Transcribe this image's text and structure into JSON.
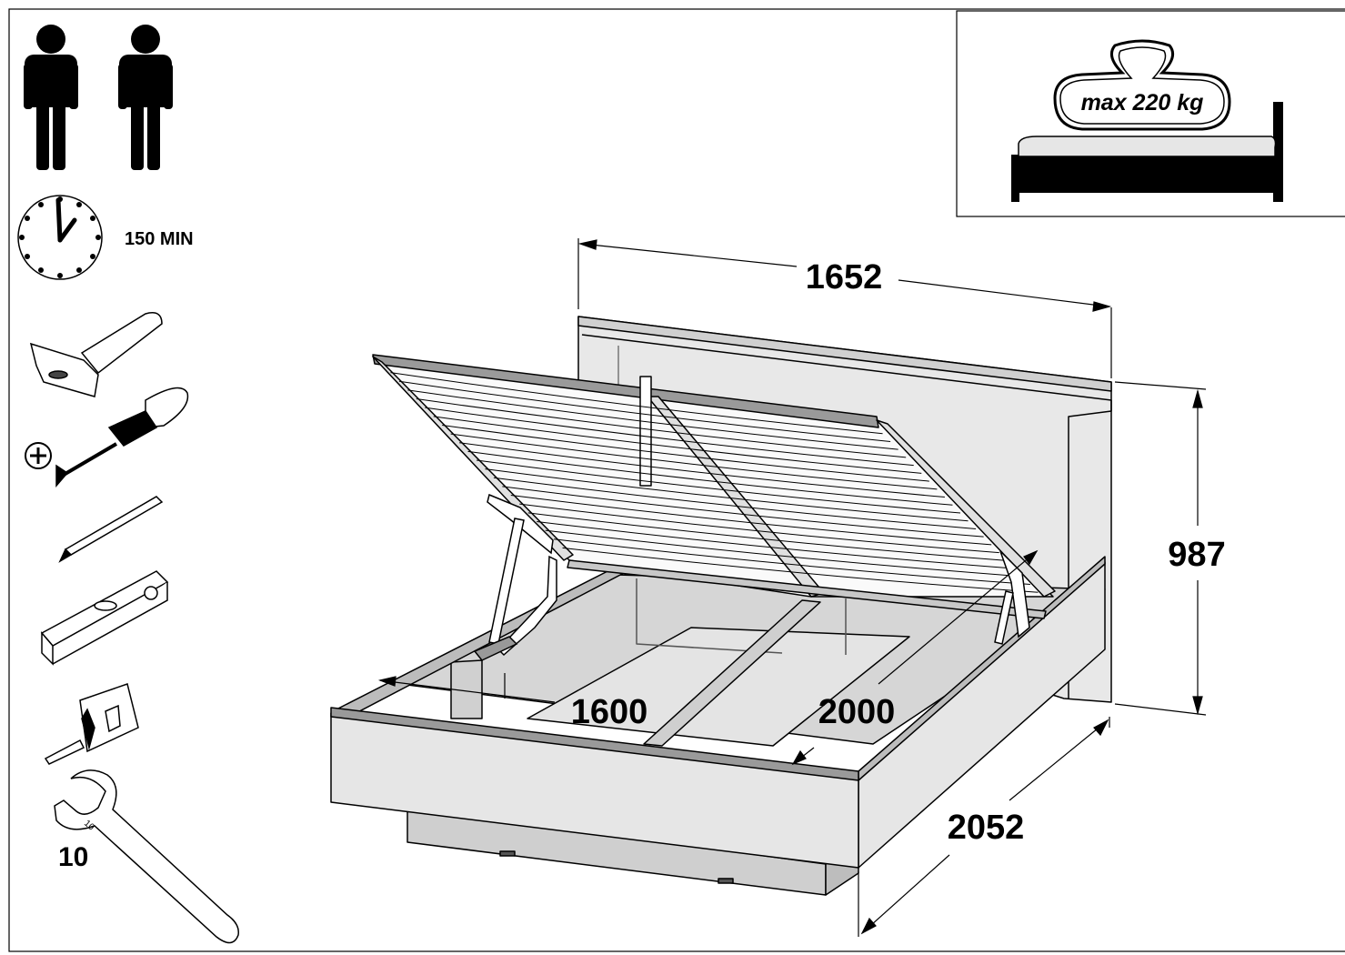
{
  "assembly": {
    "people_count": 2,
    "time_label": "150 MIN",
    "tools": [
      "hammer-icon",
      "phillips-screwdriver-icon",
      "pencil-icon",
      "spirit-level-icon",
      "tape-measure-icon",
      "wrench-icon"
    ],
    "wrench_size": "10"
  },
  "load_limit": {
    "label": "max 220 kg"
  },
  "dimensions": {
    "overall_width": "1652",
    "overall_height": "987",
    "overall_length": "2052",
    "mattress_width": "1600",
    "mattress_length": "2000"
  }
}
